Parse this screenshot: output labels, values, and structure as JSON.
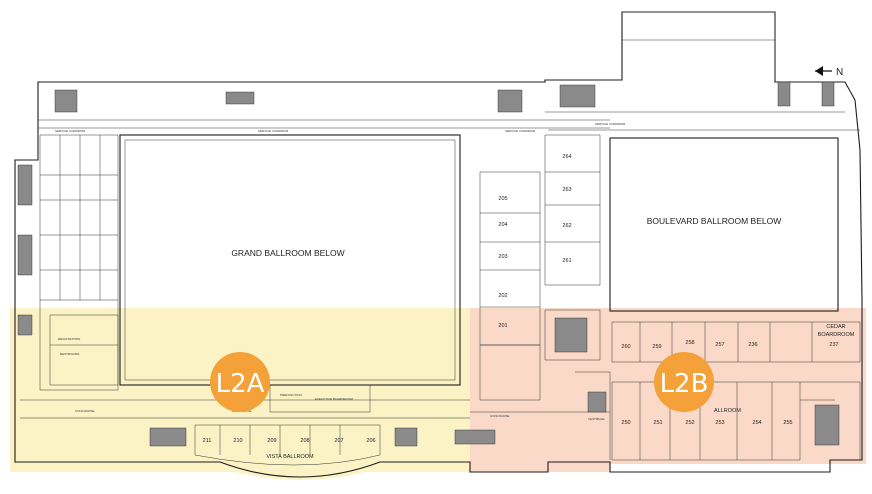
{
  "compass": {
    "label": "N"
  },
  "zones": {
    "l2a": {
      "label": "L2A",
      "fill": "#fbf3c6",
      "badge_color": "#f4a13a"
    },
    "l2b": {
      "label": "L2B",
      "fill": "#fbd9c8",
      "badge_color": "#f4a13a"
    }
  },
  "halls": {
    "grand": "GRAND BALLROOM BELOW",
    "boulevard": "BOULEVARD BALLROOM BELOW",
    "vista": "VISTA BALLROOM",
    "cedar_line1": "CEDAR",
    "cedar_line2": "BOARDROOM",
    "cedar_number": "237",
    "upper_ballroom_fragment": "ALLROOM"
  },
  "rooms": {
    "column_rooms": [
      "205",
      "204",
      "203",
      "202",
      "201"
    ],
    "east_column_rooms": [
      "264",
      "263",
      "262",
      "261"
    ],
    "vista_rooms": [
      "211",
      "210",
      "209",
      "208",
      "207",
      "206"
    ],
    "upper_row_rooms": [
      "260",
      "259",
      "258",
      "257",
      "236"
    ],
    "lower_row_rooms": [
      "250",
      "251",
      "252",
      "253",
      "254",
      "255"
    ]
  },
  "small_labels": {
    "service_corridor_left": "SERVICE CORRIDOR",
    "service_corridor_center": "SERVICE CORRIDOR",
    "service_corridor_right": "SERVICE CORRIDOR",
    "service_corridor_far": "SERVICE CORRIDOR",
    "registration": "REGISTRATION",
    "executive_boardroom": "EXECUTIVE BOARDROOM",
    "prefunction": "PREFUNCTION",
    "concourse_left": "CONCOURSE",
    "concourse_mid": "CONCOURSE",
    "concourse_right": "CONCOURSE",
    "vestibule": "VESTIBULE",
    "restrooms": "RESTROOMS"
  }
}
